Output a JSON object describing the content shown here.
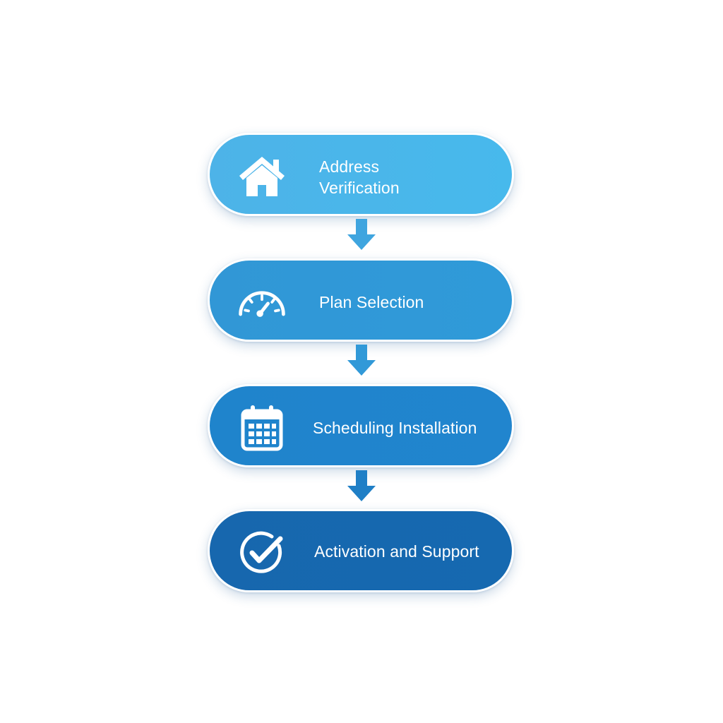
{
  "steps": [
    {
      "label": "Address Verification",
      "icon": "house-icon",
      "color": "#4db3e8"
    },
    {
      "label": "Plan Selection",
      "icon": "speedometer-icon",
      "color": "#3197d6"
    },
    {
      "label": "Scheduling Installation",
      "icon": "calendar-icon",
      "color": "#1f84cc"
    },
    {
      "label": "Activation and Support",
      "icon": "checkmark-circle-icon",
      "color": "#1767ae"
    }
  ],
  "colors": {
    "connector": "#3fa5df",
    "icon": "#ffffff",
    "background": "#ffffff"
  }
}
